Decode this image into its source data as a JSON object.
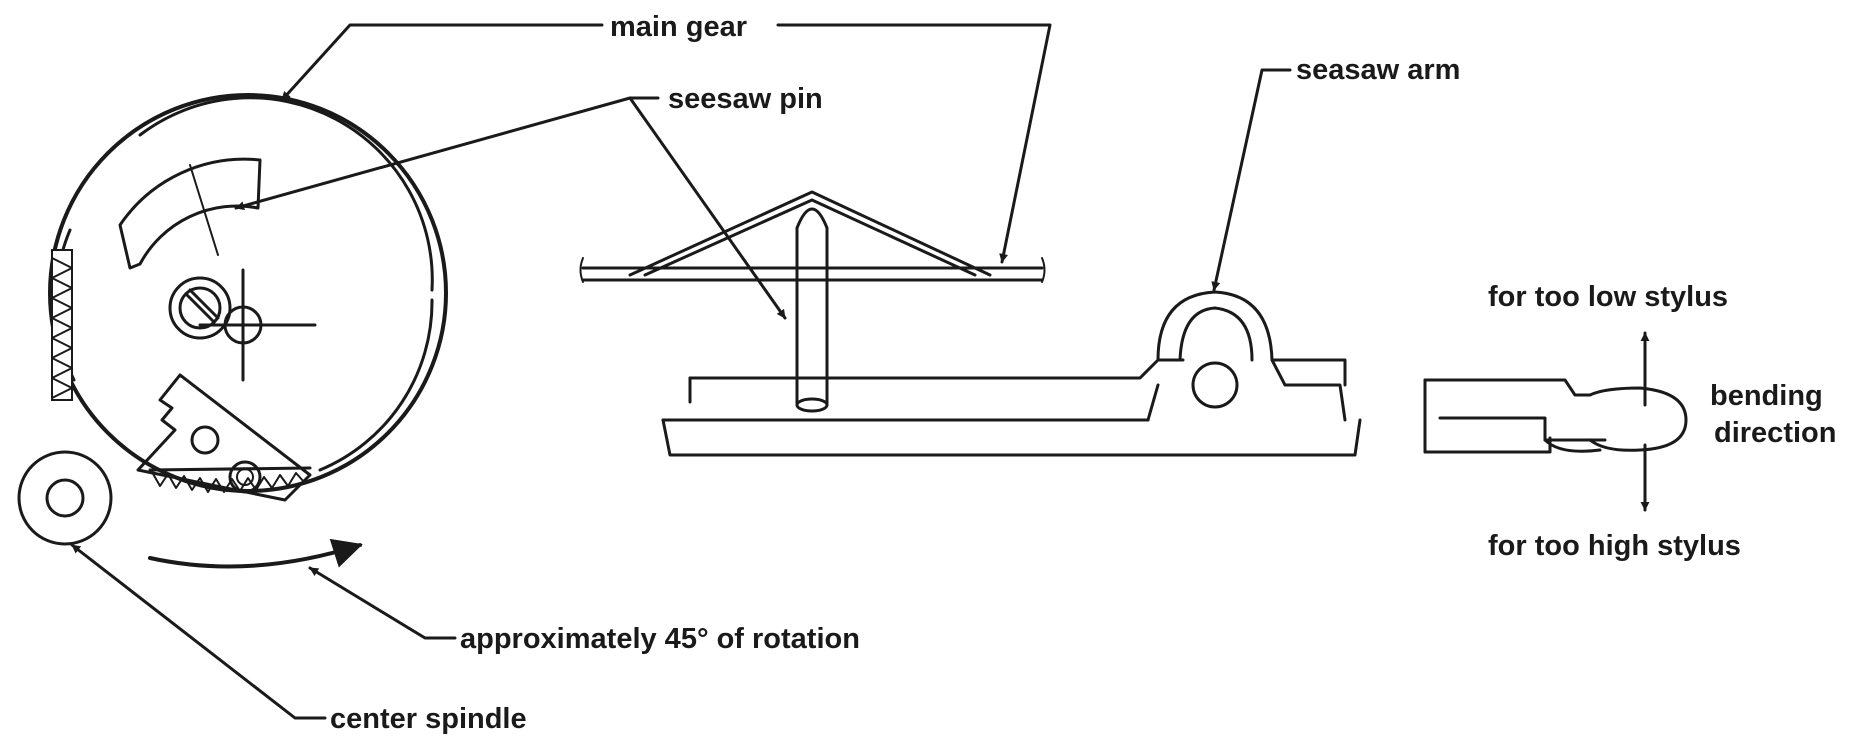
{
  "labels": {
    "main_gear": "main gear",
    "seesaw_pin": "seesaw pin",
    "seasaw_arm": "seasaw arm",
    "too_low": "for too low stylus",
    "bending_1": "bending",
    "bending_2": "direction",
    "too_high": "for too high stylus",
    "rotation": "approximately 45° of rotation",
    "spindle": "center spindle"
  }
}
